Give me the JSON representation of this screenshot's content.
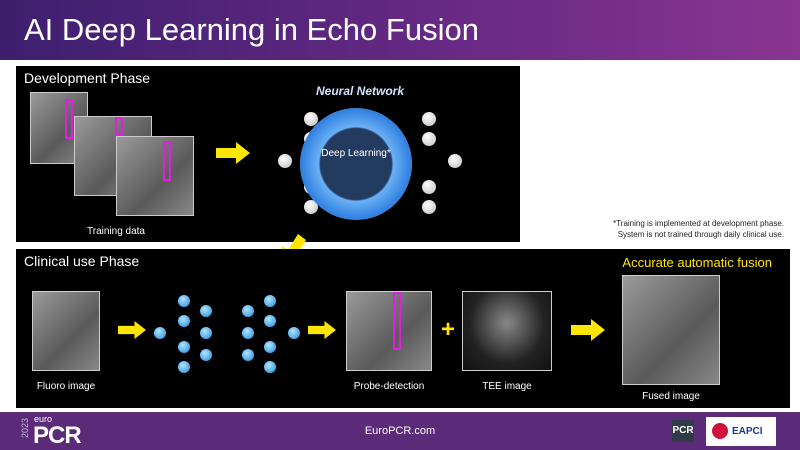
{
  "title": "AI Deep Learning in Echo Fusion",
  "development": {
    "label": "Development Phase",
    "training_caption": "Training data",
    "network_label": "Neural Network",
    "center_label": "Deep Learning*"
  },
  "note": {
    "line1": "*Training is implemented at development phase.",
    "line2": "System is not trained through daily clinical use."
  },
  "clinical": {
    "label": "Clinical use Phase",
    "accurate": "Accurate automatic fusion",
    "fluoro": "Fluoro image",
    "probe": "Probe-detection",
    "tee": "TEE image",
    "fused": "Fused image"
  },
  "footer": {
    "year": "2023",
    "brand_small": "euro",
    "brand": "PCR",
    "url": "EuroPCR.com",
    "badge": "PCR",
    "eapci": "EAPCI"
  },
  "colors": {
    "accent": "#ffe600",
    "purple": "#5b2a79"
  }
}
